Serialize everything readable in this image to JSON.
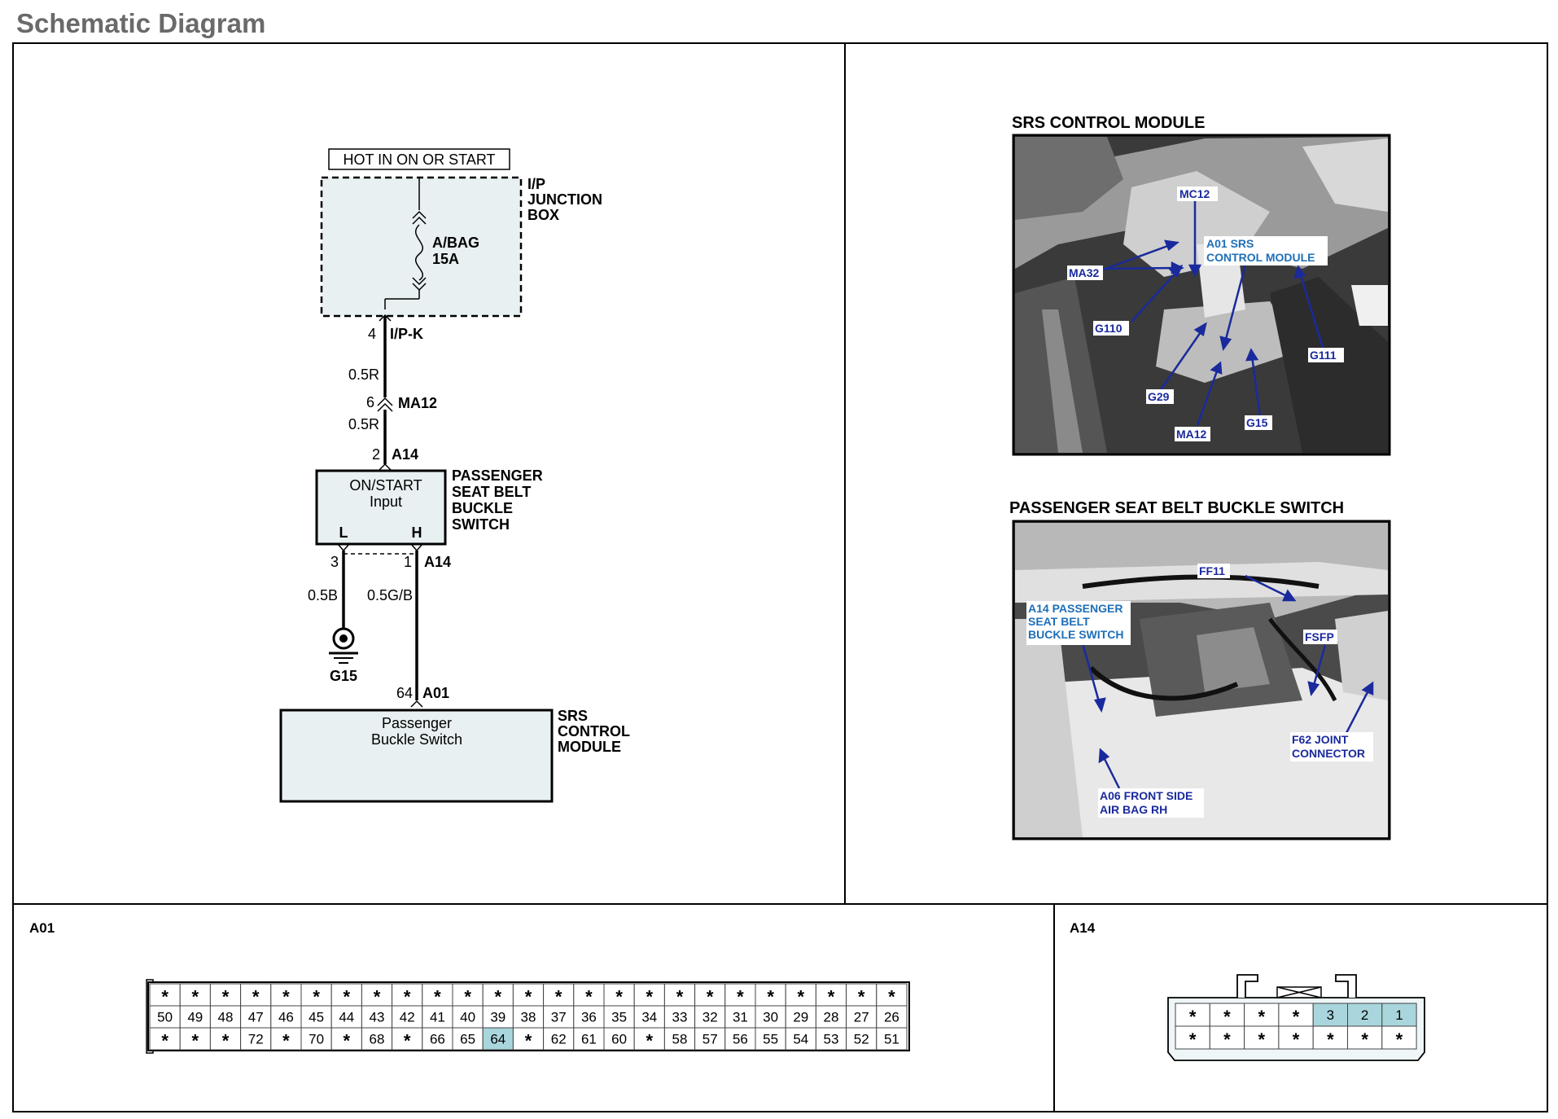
{
  "page": {
    "title": "Schematic Diagram"
  },
  "schematic": {
    "supply_label": "HOT IN ON OR START",
    "junction_box": {
      "name_lines": [
        "I/P",
        "JUNCTION",
        "BOX"
      ],
      "fuse_name": "A/BAG",
      "fuse_rating": "15A"
    },
    "connector_ipk": {
      "pin": "4",
      "name": "I/P-K"
    },
    "wire_1": "0.5R",
    "connector_ma12": {
      "pin": "6",
      "name": "MA12"
    },
    "wire_2": "0.5R",
    "connector_a14_top": {
      "pin": "2",
      "name": "A14"
    },
    "switch": {
      "input_line1": "ON/START",
      "input_line2": "Input",
      "pin_l": "L",
      "pin_h": "H",
      "name_lines": [
        "PASSENGER",
        "SEAT BELT",
        "BUCKLE",
        "SWITCH"
      ]
    },
    "pin_left": "3",
    "pin_right": "1",
    "connector_a14_bottom": "A14",
    "wire_left": "0.5B",
    "wire_right": "0.5G/B",
    "ground": "G15",
    "connector_a01": {
      "pin": "64",
      "name": "A01"
    },
    "module": {
      "text_line1": "Passenger",
      "text_line2": "Buckle Switch",
      "name_lines": [
        "SRS",
        "CONTROL",
        "MODULE"
      ]
    }
  },
  "photos": {
    "srs": {
      "title": "SRS CONTROL MODULE",
      "labels": {
        "mc12": "MC12",
        "a01_line1": "A01 SRS",
        "a01_line2": "CONTROL MODULE",
        "ma32": "MA32",
        "g110": "G110",
        "g111": "G111",
        "g29": "G29",
        "ma12": "MA12",
        "g15": "G15"
      }
    },
    "seatbelt": {
      "title": "PASSENGER SEAT BELT BUCKLE SWITCH",
      "labels": {
        "ff11": "FF11",
        "a14_line1": "A14 PASSENGER",
        "a14_line2": "SEAT BELT",
        "a14_line3": "BUCKLE SWITCH",
        "fsfp": "FSFP",
        "f62_line1": "F62 JOINT",
        "f62_line2": "CONNECTOR",
        "a06_line1": "A06 FRONT SIDE",
        "a06_line2": "AIR BAG RH"
      }
    }
  },
  "connectors": {
    "a01": {
      "title": "A01",
      "row1": [
        "*",
        "*",
        "*",
        "*",
        "*",
        "*",
        "*",
        "*",
        "*",
        "*",
        "*",
        "*",
        "*",
        "*",
        "*",
        "*",
        "*",
        "*",
        "*",
        "*",
        "*",
        "*",
        "*",
        "*",
        "*"
      ],
      "row2": [
        "50",
        "49",
        "48",
        "47",
        "46",
        "45",
        "44",
        "43",
        "42",
        "41",
        "40",
        "39",
        "38",
        "37",
        "36",
        "35",
        "34",
        "33",
        "32",
        "31",
        "30",
        "29",
        "28",
        "27",
        "26"
      ],
      "row3": [
        "*",
        "*",
        "*",
        "72",
        "*",
        "70",
        "*",
        "68",
        "*",
        "66",
        "65",
        "64",
        "*",
        "62",
        "61",
        "60",
        "*",
        "58",
        "57",
        "56",
        "55",
        "54",
        "53",
        "52",
        "51"
      ],
      "highlight": "64"
    },
    "a14": {
      "title": "A14",
      "row1": [
        "*",
        "*",
        "*",
        "*",
        "3",
        "2",
        "1"
      ],
      "row2": [
        "*",
        "*",
        "*",
        "*",
        "*",
        "*",
        "*"
      ],
      "highlight": [
        "3",
        "2",
        "1"
      ]
    }
  },
  "colors": {
    "panel_fill": "#e8f0f2",
    "pin_highlight": "#a9d6dc",
    "connector_fill": "#eef6f8",
    "label_blue": "#1a2a9c",
    "label_cyan": "#1e6fb8"
  }
}
